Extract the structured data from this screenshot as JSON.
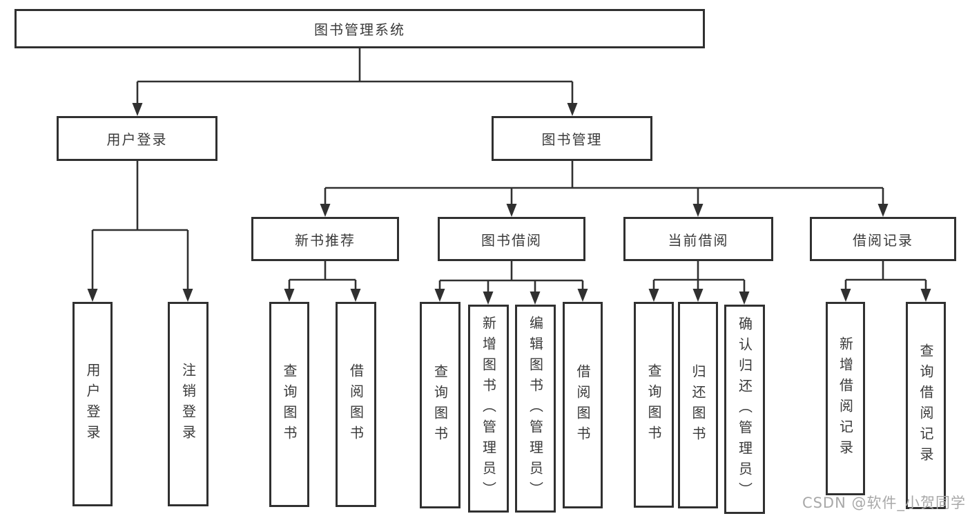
{
  "diagram": {
    "root": {
      "label": "图书管理系统"
    },
    "branches": [
      {
        "label": "用户登录",
        "children": [
          {
            "label": "用户登录"
          },
          {
            "label": "注销登录"
          }
        ]
      },
      {
        "label": "图书管理",
        "children": [
          {
            "label": "新书推荐",
            "children": [
              {
                "label": "查询图书"
              },
              {
                "label": "借阅图书"
              }
            ]
          },
          {
            "label": "图书借阅",
            "children": [
              {
                "label": "查询图书"
              },
              {
                "label": "新增图书（管理员）"
              },
              {
                "label": "编辑图书（管理员）"
              },
              {
                "label": "借阅图书"
              }
            ]
          },
          {
            "label": "当前借阅",
            "children": [
              {
                "label": "查询图书"
              },
              {
                "label": "归还图书"
              },
              {
                "label": "确认归还（管理员）"
              }
            ]
          },
          {
            "label": "借阅记录",
            "children": [
              {
                "label": "新增借阅记录"
              },
              {
                "label": "查询借阅记录"
              }
            ]
          }
        ]
      }
    ]
  },
  "watermark": {
    "text": "CSDN @软件_小贺同学"
  },
  "colors": {
    "line": "#303030",
    "text": "#3a3a3a",
    "watermark": "#a8a8a8",
    "background": "#ffffff"
  }
}
